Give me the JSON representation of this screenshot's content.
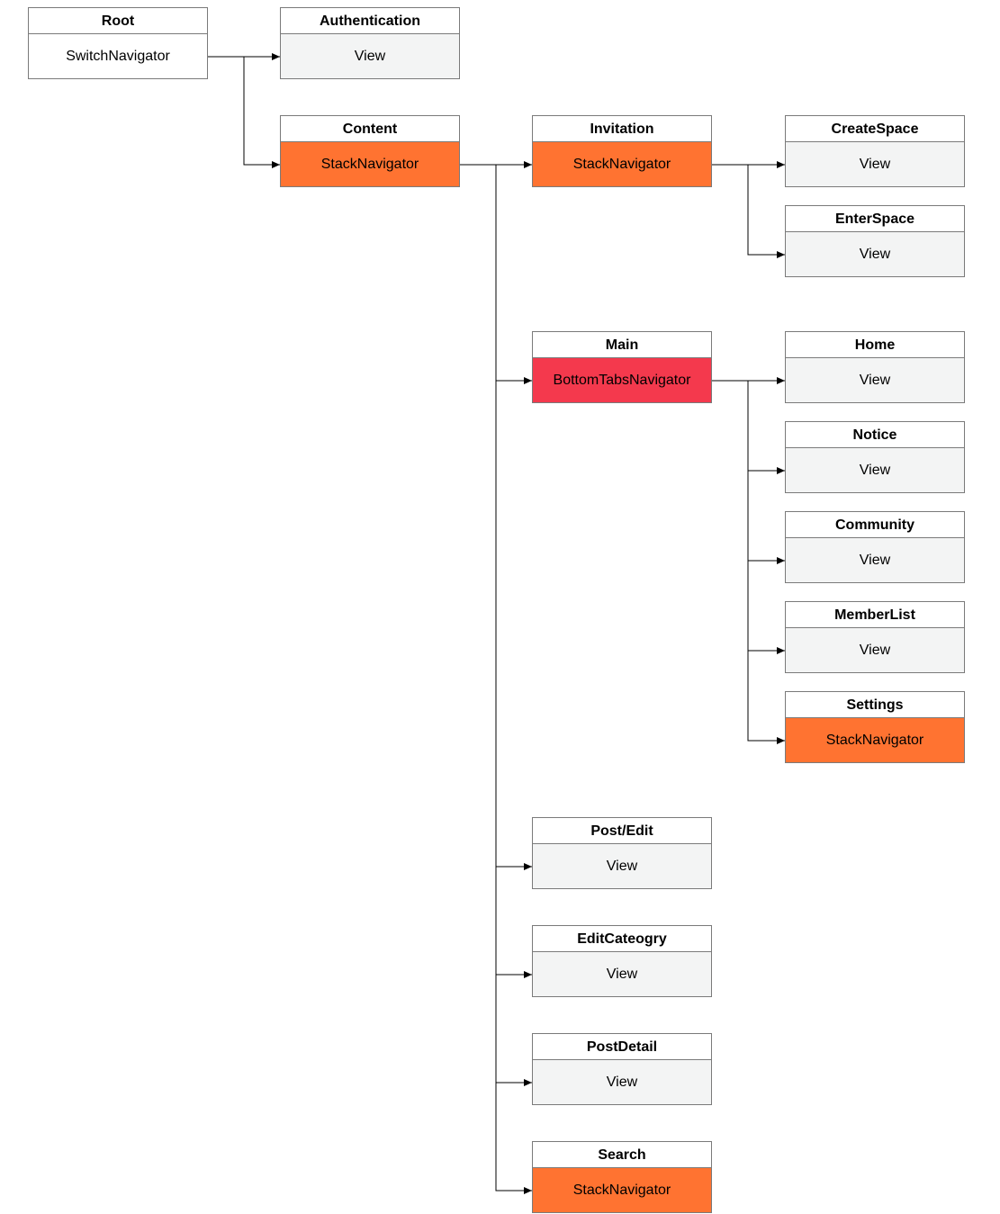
{
  "colors": {
    "view": "#f3f4f4",
    "stack": "#ff7331",
    "tabs": "#f4394d",
    "switch": "#ffffff",
    "line": "#000000",
    "border": "#7a7a7a"
  },
  "nodes": {
    "root": {
      "title": "Root",
      "type": "SwitchNavigator"
    },
    "authentication": {
      "title": "Authentication",
      "type": "View"
    },
    "content": {
      "title": "Content",
      "type": "StackNavigator"
    },
    "invitation": {
      "title": "Invitation",
      "type": "StackNavigator"
    },
    "createspace": {
      "title": "CreateSpace",
      "type": "View"
    },
    "enterspace": {
      "title": "EnterSpace",
      "type": "View"
    },
    "main": {
      "title": "Main",
      "type": "BottomTabsNavigator"
    },
    "home": {
      "title": "Home",
      "type": "View"
    },
    "notice": {
      "title": "Notice",
      "type": "View"
    },
    "community": {
      "title": "Community",
      "type": "View"
    },
    "memberlist": {
      "title": "MemberList",
      "type": "View"
    },
    "settings": {
      "title": "Settings",
      "type": "StackNavigator"
    },
    "postedit": {
      "title": "Post/Edit",
      "type": "View"
    },
    "editcategory": {
      "title": "EditCateogry",
      "type": "View"
    },
    "postdetail": {
      "title": "PostDetail",
      "type": "View"
    },
    "search": {
      "title": "Search",
      "type": "StackNavigator"
    }
  },
  "edges": [
    [
      "root",
      "authentication"
    ],
    [
      "root",
      "content"
    ],
    [
      "content",
      "invitation"
    ],
    [
      "content",
      "main"
    ],
    [
      "content",
      "postedit"
    ],
    [
      "content",
      "editcategory"
    ],
    [
      "content",
      "postdetail"
    ],
    [
      "content",
      "search"
    ],
    [
      "invitation",
      "createspace"
    ],
    [
      "invitation",
      "enterspace"
    ],
    [
      "main",
      "home"
    ],
    [
      "main",
      "notice"
    ],
    [
      "main",
      "community"
    ],
    [
      "main",
      "memberlist"
    ],
    [
      "main",
      "settings"
    ]
  ]
}
